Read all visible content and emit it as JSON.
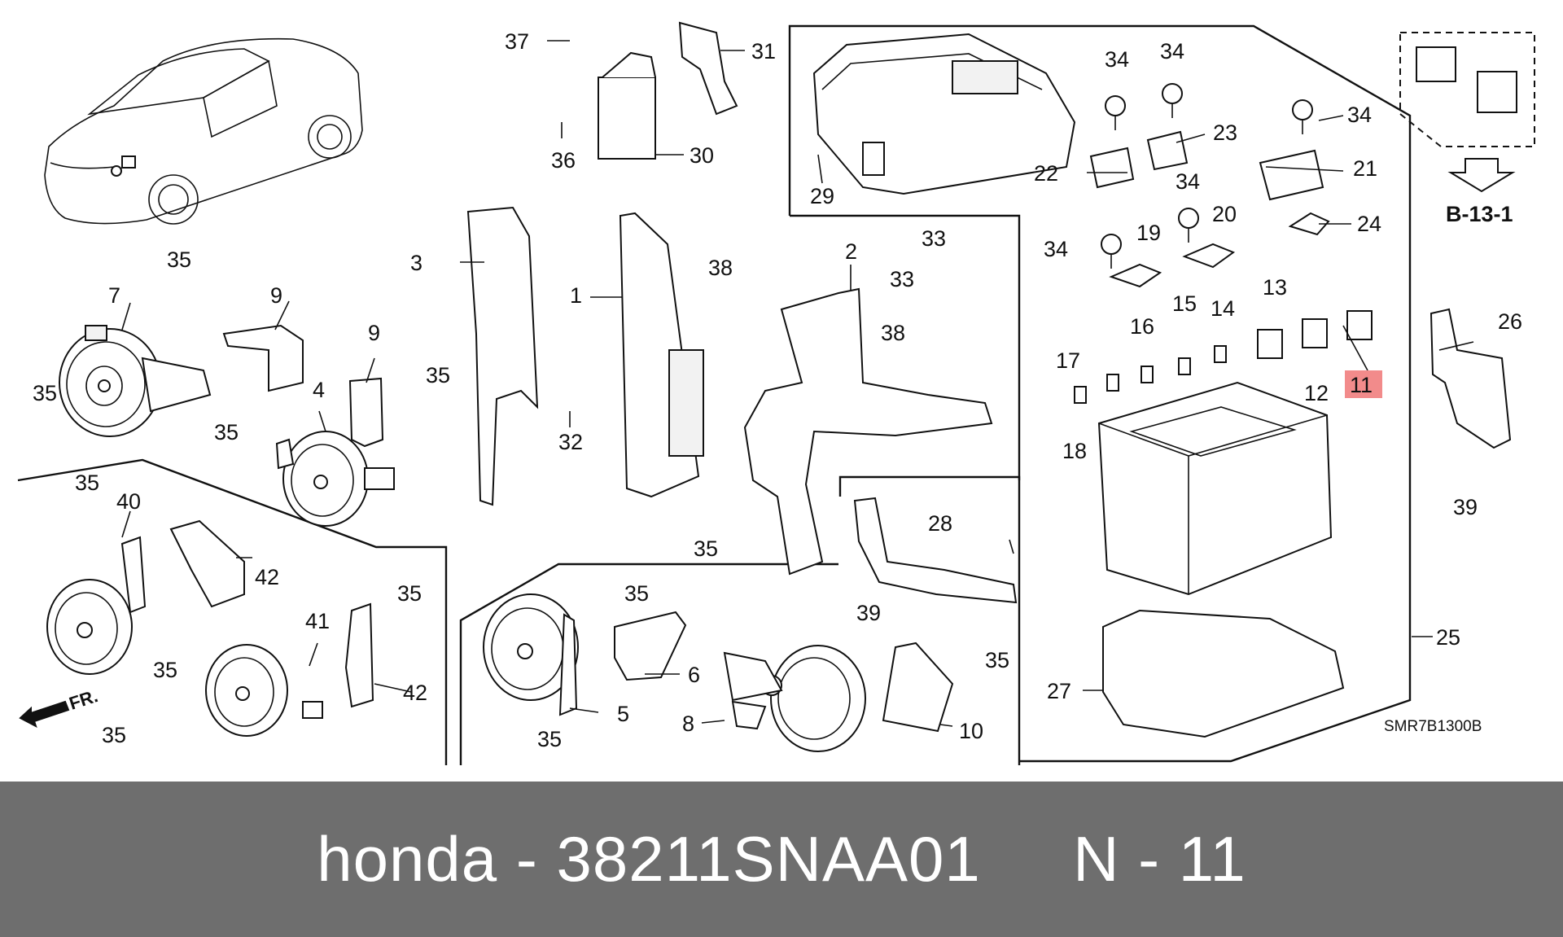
{
  "labels": {
    "n1": "1",
    "n2": "2",
    "n3": "3",
    "n4": "4",
    "n5": "5",
    "n6": "6",
    "n7": "7",
    "n8": "8",
    "n9a": "9",
    "n9b": "9",
    "n10": "10",
    "n11": "11",
    "n12": "12",
    "n13": "13",
    "n14": "14",
    "n15": "15",
    "n16": "16",
    "n17": "17",
    "n18": "18",
    "n19": "19",
    "n20": "20",
    "n21": "21",
    "n22": "22",
    "n23": "23",
    "n24": "24",
    "n25": "25",
    "n26": "26",
    "n27": "27",
    "n28": "28",
    "n29": "29",
    "n30": "30",
    "n31": "31",
    "n32": "32",
    "n33a": "33",
    "n33b": "33",
    "n34a": "34",
    "n34b": "34",
    "n34c": "34",
    "n34d": "34",
    "n34e": "34",
    "n35a": "35",
    "n35b": "35",
    "n35c": "35",
    "n35d": "35",
    "n35e": "35",
    "n35f": "35",
    "n35g": "35",
    "n35h": "35",
    "n35i": "35",
    "n35j": "35",
    "n35k": "35",
    "n36": "36",
    "n37": "37",
    "n38a": "38",
    "n38b": "38",
    "n39a": "39",
    "n39b": "39",
    "n40": "40",
    "n41": "41",
    "n42a": "42",
    "n42b": "42"
  },
  "reference": "B-13-1",
  "front_arrow": "FR.",
  "diagram_code": "SMR7B1300B",
  "highlight_color": "#f28b8b",
  "footer": {
    "text": "honda - 38211SNAA01     N - 11"
  }
}
